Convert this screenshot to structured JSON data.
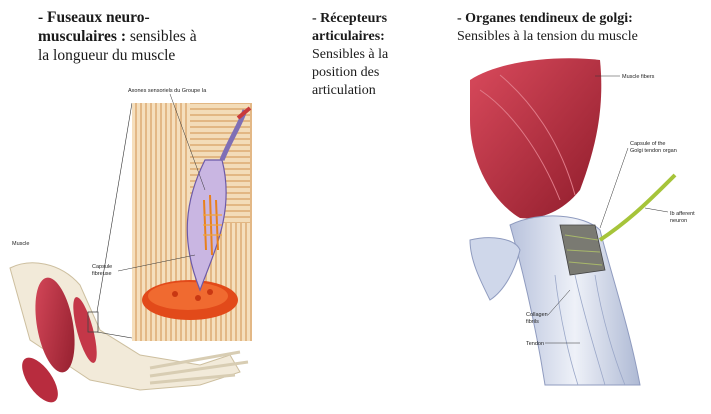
{
  "fuseaux": {
    "title": "- Fuseaux neuro-musculaires :",
    "title_l1": "- Fuseaux neuro-",
    "title_l2": "musculaires :",
    "desc_l2": " sensibles à",
    "desc_l3": "la longueur du muscle"
  },
  "recepteurs": {
    "title_l1": "- Récepteurs",
    "title_l2": "articulaires:",
    "desc_l1": "Sensibles à la",
    "desc_l2": "position des",
    "desc_l3": "articulation"
  },
  "golgi": {
    "title": "- Organes tendineux de golgi:",
    "desc": "Sensibles à la tension du muscle"
  },
  "labels": {
    "fibres_groupe": "Axones sensoriels du Groupe Ia",
    "muscle": "Muscle",
    "capsule_fuseau_l1": "Capsule",
    "capsule_fuseau_l2": "fibreuse",
    "muscle_fibre": "Muscle fibers",
    "capsule_golgi_l1": "Capsule of the",
    "capsule_golgi_l2": "Golgi tendon organ",
    "afferent_l1": "Ib afferent",
    "afferent_l2": "neuron",
    "collagen_l1": "Collagen",
    "collagen_l2": "fibrils",
    "tendon": "Tendon"
  },
  "colors": {
    "muscle_red": "#b8283b",
    "muscle_stripe": "#e8c9a0",
    "tendon_blue": "#c9d2e6",
    "nerve_green": "#a6c43a",
    "spindle_orange": "#e85a1c",
    "capsule_purple": "#7f6fb5"
  }
}
